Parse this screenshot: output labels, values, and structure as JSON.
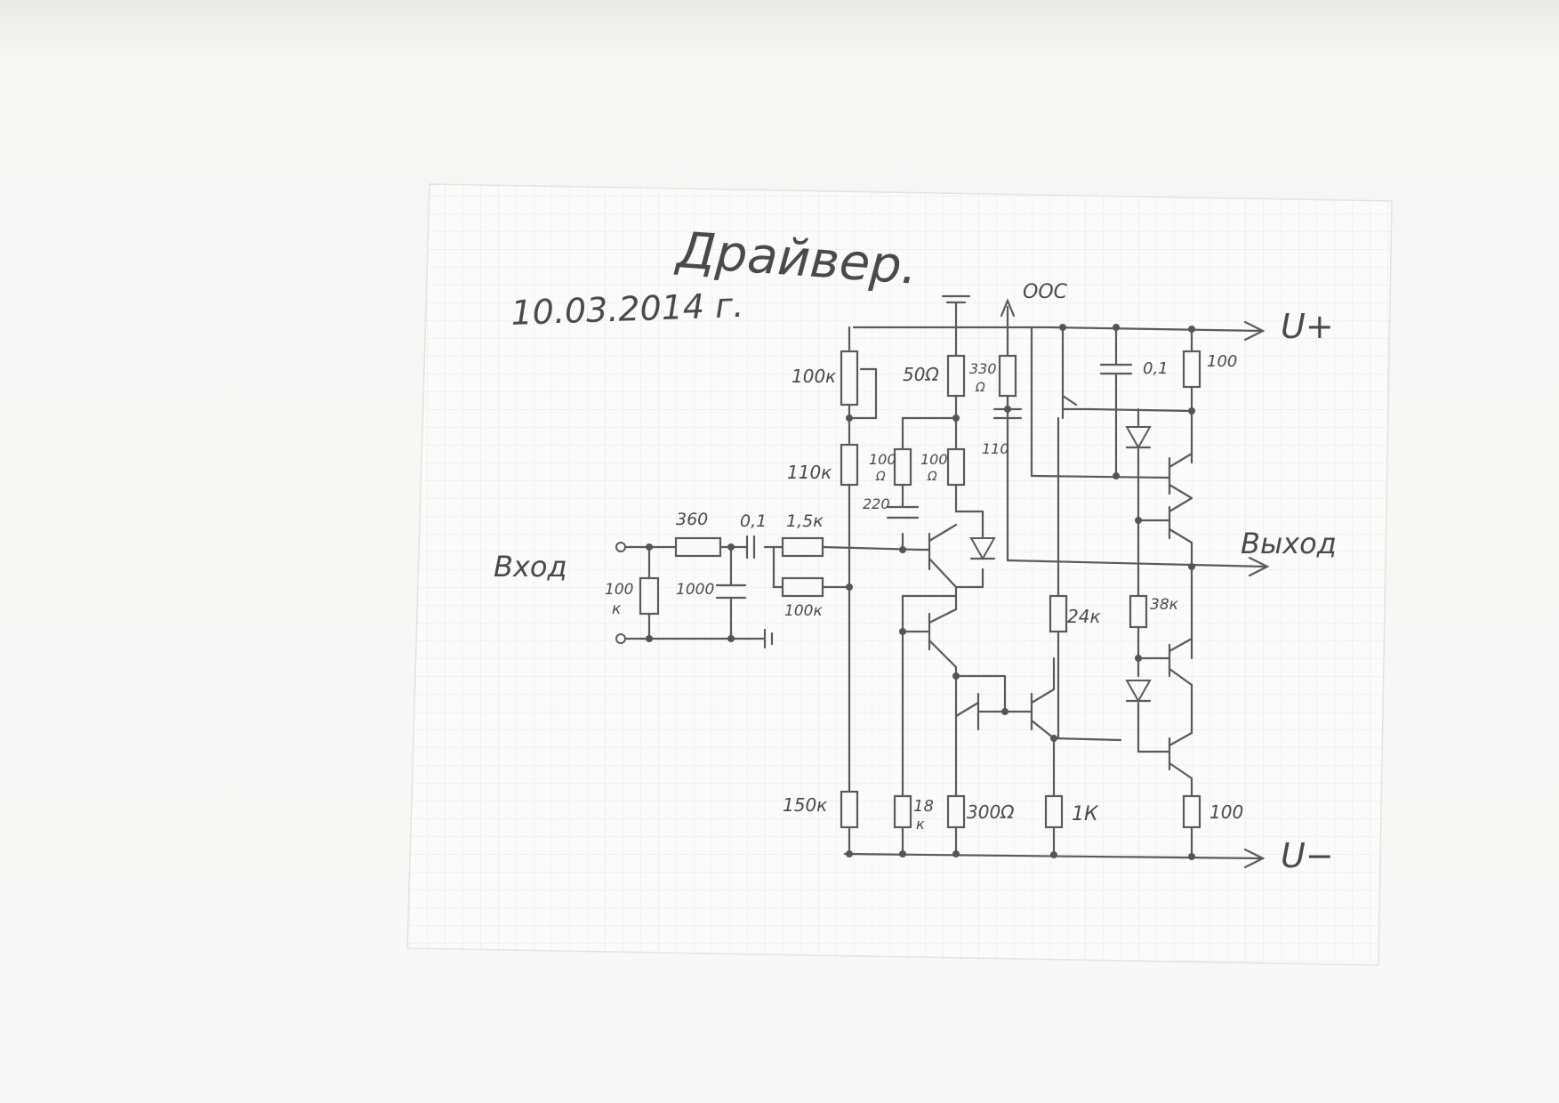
{
  "title": "Драйвер.",
  "date": "10.03.2014 г.",
  "terminals": {
    "input": "Вход",
    "output": "Выход",
    "v_plus": "U+",
    "v_minus": "U−",
    "feedback": "ООС"
  },
  "components": {
    "r_in_shunt": [
      "100",
      "к"
    ],
    "r_series_360": "360",
    "c_01_in": "0,1",
    "r_15k": "1,5к",
    "c_1000": "1000",
    "r_100k_lower": "100к",
    "pot_100k": "100к",
    "r_110k": "110к",
    "r_150k": "150к",
    "r_100_a": [
      "100",
      "Ω"
    ],
    "r_100_b": [
      "100",
      "Ω"
    ],
    "c_220": "220",
    "r_50": "50Ω",
    "r_330": [
      "330",
      "Ω"
    ],
    "c_110": "110",
    "r_18k": [
      "18",
      "к"
    ],
    "r_300": "300Ω",
    "r_24k": "24к",
    "r_1k": "1К",
    "c_01_top": "0,1",
    "r_100_top": "100",
    "r_38k": "38к",
    "r_100_bottom": "100"
  },
  "colors": {
    "ink": "#5a5a5a",
    "paper": "#fafaf8",
    "grid": "#d9dde3"
  }
}
